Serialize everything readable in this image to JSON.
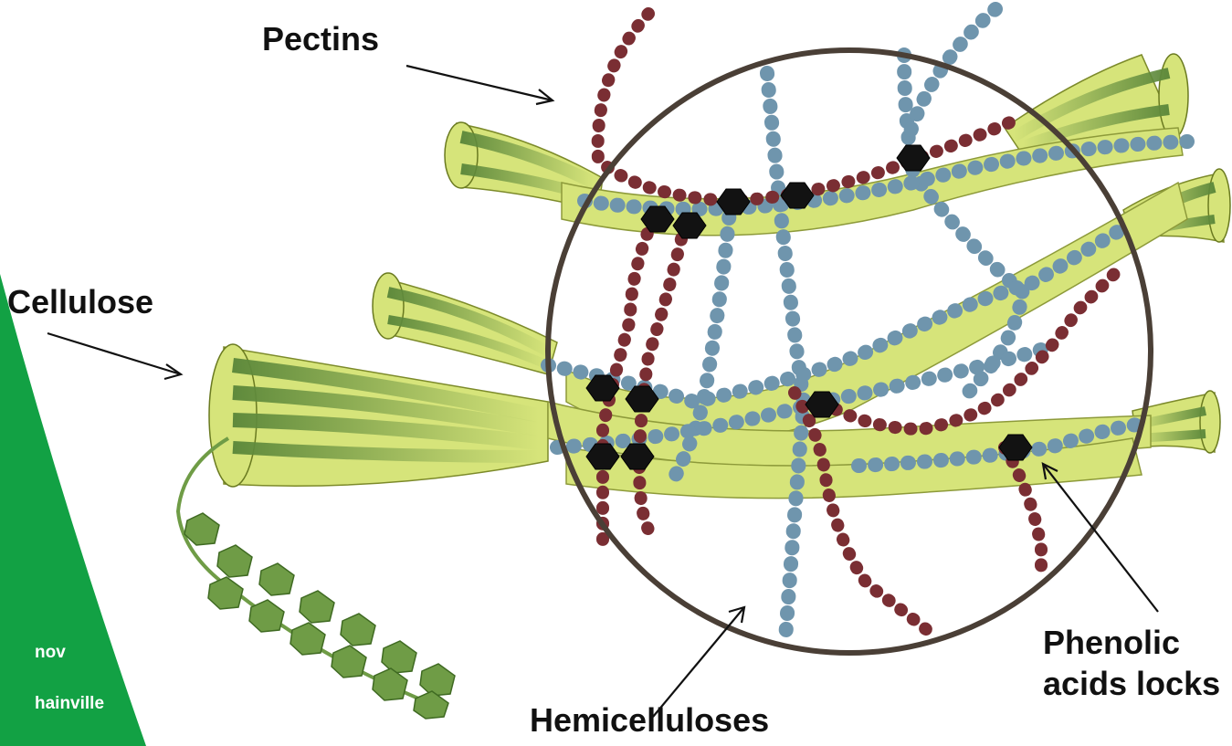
{
  "labels": {
    "pectins": "Pectins",
    "cellulose": "Cellulose",
    "hemicelluloses": "Hemicelluloses",
    "phenolic_line1": "Phenolic",
    "phenolic_line2": "acids locks"
  },
  "sidebar_text": [
    "nov",
    "hainville"
  ],
  "colors": {
    "green_band": "#12a144",
    "microfibril": "#d6e47a",
    "fibril_strand": "#5f8a3c",
    "hemicellulose": "#6f95ad",
    "pectin": "#7a2e33",
    "phenolic_lock": "#121212",
    "circle": "#4a3f36"
  }
}
